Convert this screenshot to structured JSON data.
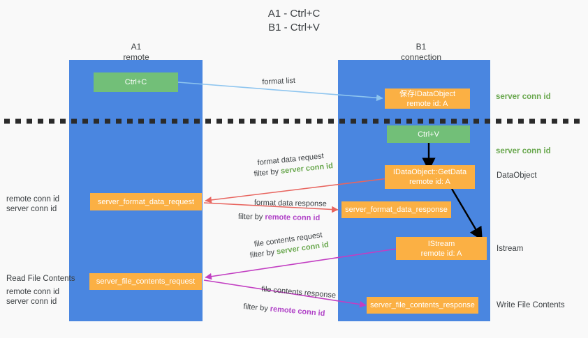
{
  "title": {
    "line1": "A1 - Ctrl+C",
    "line2": "B1 - Ctrl+V"
  },
  "lanes": [
    {
      "id": "a1",
      "name": "A1",
      "sub": "remote"
    },
    {
      "id": "b1",
      "name": "B1",
      "sub": "connection"
    }
  ],
  "boxes": {
    "ctrl_c": {
      "line1": "Ctrl+C",
      "line2": "",
      "color": "#72bf78"
    },
    "save_dataobject": {
      "line1": "保存IDataObject",
      "line2": "remote id: A",
      "color": "#fbb044"
    },
    "ctrl_v": {
      "line1": "Ctrl+V",
      "line2": "",
      "color": "#72bf78"
    },
    "getdata": {
      "line1": "IDataObject::GetData",
      "line2": "remote id: A",
      "color": "#fbb044"
    },
    "istream": {
      "line1": "IStream",
      "line2": "remote id: A",
      "color": "#fbb044"
    },
    "fmt_req": {
      "line1": "server_format_data_request",
      "line2": "",
      "color": "#fbb044"
    },
    "fmt_resp": {
      "line1": "server_format_data_response",
      "line2": "",
      "color": "#fbb044"
    },
    "file_req": {
      "line1": "server_file_contents_request",
      "line2": "",
      "color": "#fbb044"
    },
    "file_resp": {
      "line1": "server_file_contents_response",
      "line2": "",
      "color": "#fbb044"
    }
  },
  "edges": {
    "format_list": {
      "label": "format list"
    },
    "fmt_request": {
      "l1": "format data request",
      "l2_prefix": "filter by ",
      "l2_value": "server conn id"
    },
    "fmt_response": {
      "l1": "format data response",
      "l2_prefix": "filter by ",
      "l2_value": "remote conn id"
    },
    "file_request": {
      "l1": "file contents request",
      "l2_prefix": "filter by ",
      "l2_value": "server conn id"
    },
    "file_response": {
      "l1": "file contents response",
      "l2_prefix": "filter by ",
      "l2_value": "remote conn id"
    }
  },
  "right_labels": {
    "server_conn_id_top": "server conn id",
    "server_conn_id_mid": "server conn id",
    "dataobject": "DataObject",
    "istream": "Istream",
    "write_file_contents": "Write File Contents"
  },
  "left_labels": {
    "remote_conn_id_1": "remote conn id",
    "server_conn_id_1": "server conn id",
    "read_file_contents": "Read File Contents",
    "remote_conn_id_2": "remote conn id",
    "server_conn_id_2": "server conn id"
  },
  "colors": {
    "lane": "#4a86e0",
    "green_box": "#72bf78",
    "orange_box": "#fbb044",
    "green_text": "#6aa84f",
    "magenta_text": "#b042c7",
    "arrow_light_blue": "#8ec5ef",
    "arrow_red": "#e8655f",
    "arrow_magenta": "#c23ec2",
    "arrow_black": "#000000",
    "background": "#f9f9f9",
    "dashed_line": "#2b2b2b"
  }
}
